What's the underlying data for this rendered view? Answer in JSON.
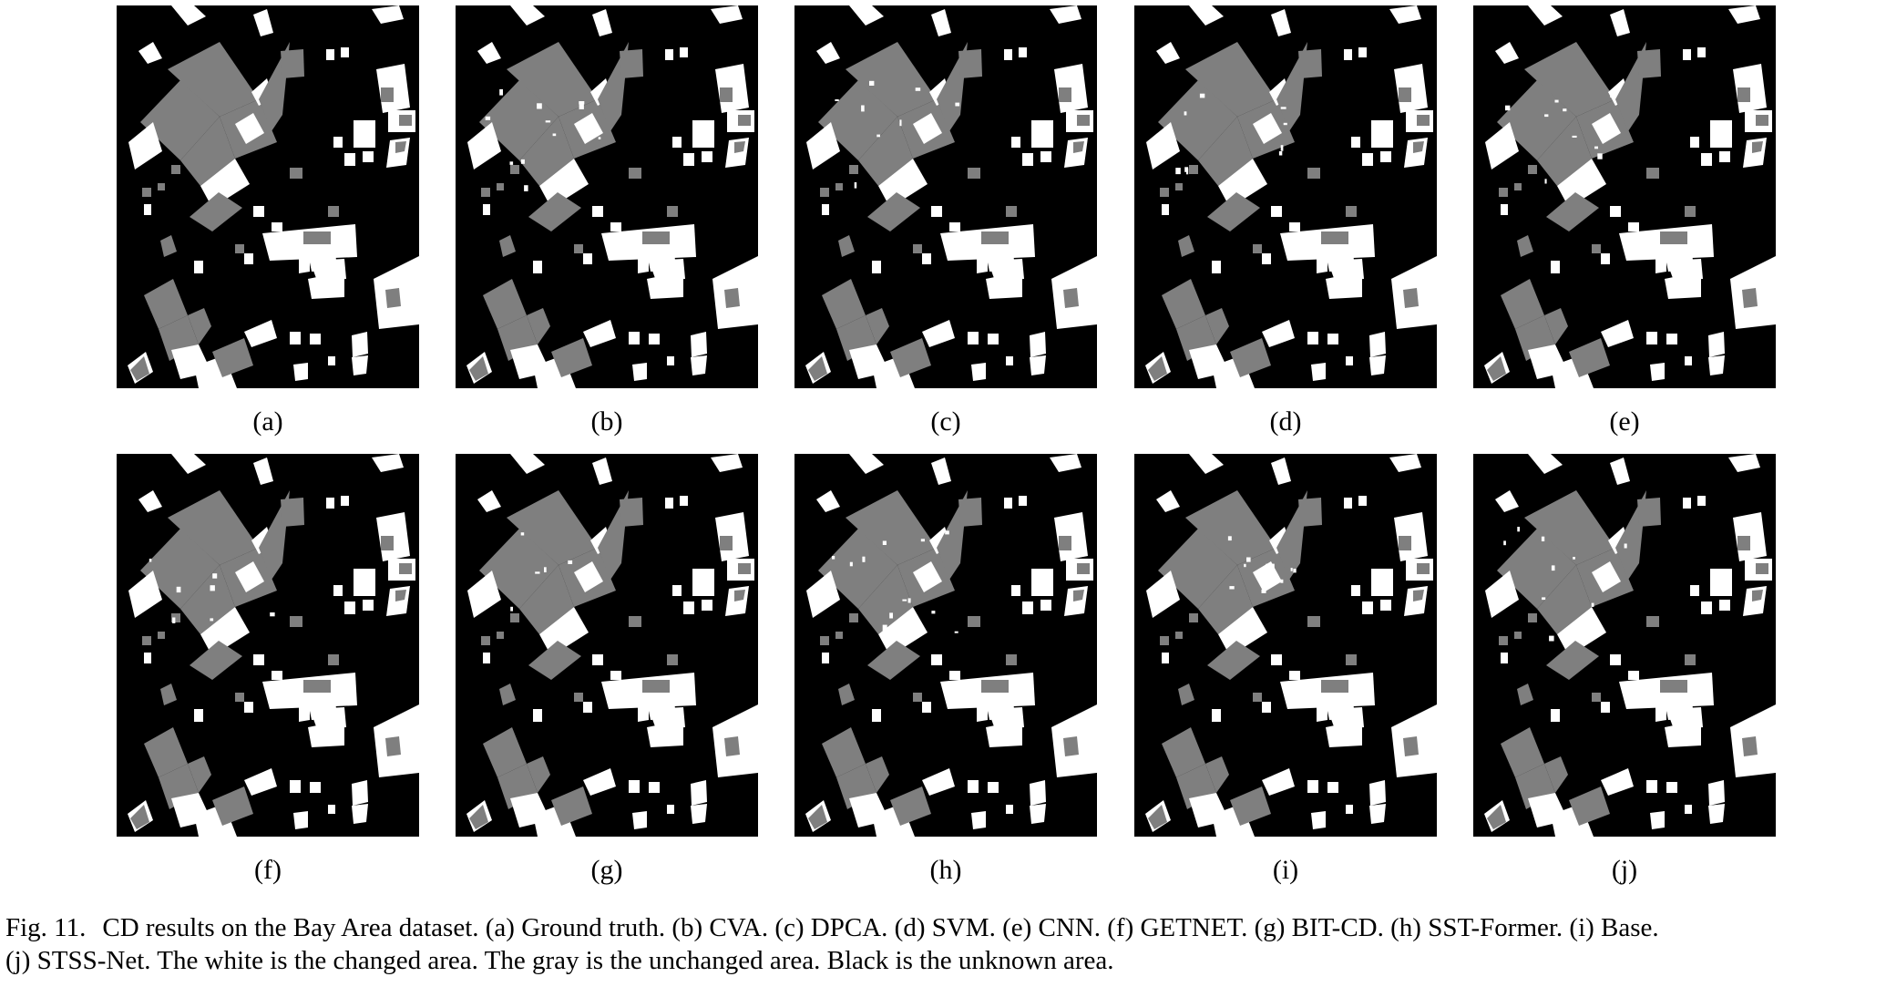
{
  "figure": {
    "panels": [
      {
        "id": "a",
        "label": "(a)"
      },
      {
        "id": "b",
        "label": "(b)"
      },
      {
        "id": "c",
        "label": "(c)"
      },
      {
        "id": "d",
        "label": "(d)"
      },
      {
        "id": "e",
        "label": "(e)"
      },
      {
        "id": "f",
        "label": "(f)"
      },
      {
        "id": "g",
        "label": "(g)"
      },
      {
        "id": "h",
        "label": "(h)"
      },
      {
        "id": "i",
        "label": "(i)"
      },
      {
        "id": "j",
        "label": "(j)"
      }
    ],
    "caption": {
      "number": "Fig. 11.",
      "line1": "CD results on the Bay Area dataset. (a) Ground truth. (b) CVA. (c) DPCA. (d) SVM. (e) CNN. (f) GETNET. (g) BIT-CD. (h) SST-Former. (i) Base.",
      "line2": "(j) STSS-Net. The white is the changed area. The gray is the unchanged area. Black is the unknown area."
    },
    "colors": {
      "changed": "#ffffff",
      "unchanged": "#7f7f7f",
      "unknown": "#000000"
    }
  }
}
